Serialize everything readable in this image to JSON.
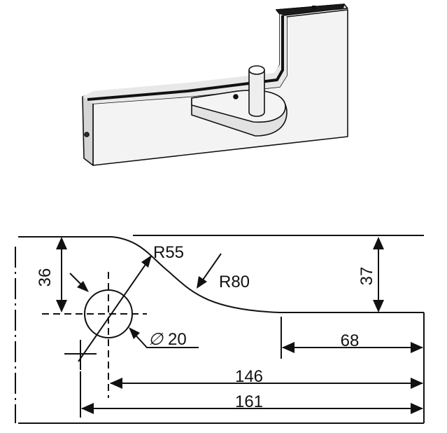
{
  "figure": {
    "illustration": "patch-fitting-3d-view",
    "drawing": "dimension-drawing"
  },
  "dimensions": {
    "radius_large": "R55",
    "radius_small": "R80",
    "hole_symbol": "∅",
    "hole_diameter": "20",
    "height_left": "36",
    "height_right": "37",
    "width_step": "68",
    "width_mid": "146",
    "width_total": "161"
  },
  "colors": {
    "line": "#111111",
    "metal_light": "#f2f2f2",
    "metal_mid": "#d9d9d9",
    "metal_dark": "#bdbdbd",
    "gasket": "#1a1a1a"
  }
}
